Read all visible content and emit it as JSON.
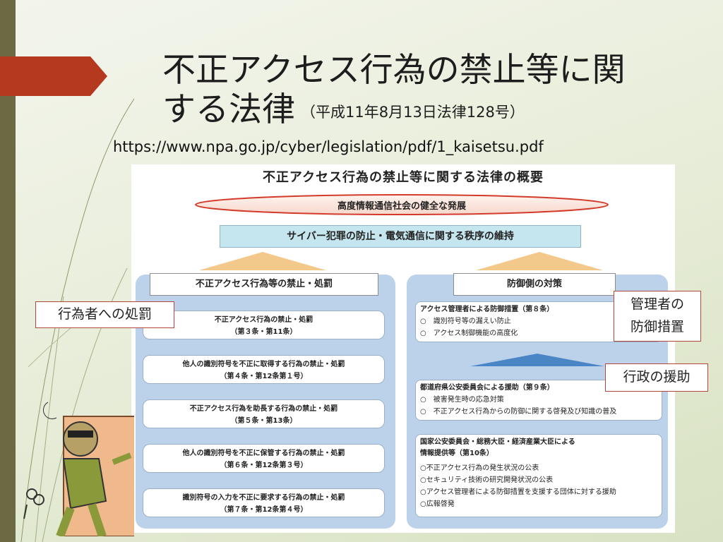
{
  "slide": {
    "title_line1": "不正アクセス行為の禁止等に関",
    "title_line2": "する法律",
    "title_sub": "（平成11年8月13日法律128号）",
    "url": "https://www.npa.go.jp/cyber/legislation/pdf/1_kaisetsu.pdf",
    "accent_color": "#b5391f"
  },
  "figure": {
    "title": "不正アクセス行為の禁止等に関する法律の概要",
    "goal": "高度情報通信社会の健全な発展",
    "order": "サイバー犯罪の防止・電気通信に関する秩序の維持",
    "left_panel": {
      "heading": "不正アクセス行為等の禁止・処罰",
      "items": [
        {
          "name": "不正アクセス行為の禁止・処罰",
          "ref": "（第３条・第11条）"
        },
        {
          "name": "他人の識別符号を不正に取得する行為の禁止・処罰",
          "ref": "（第４条・第12条第１号）"
        },
        {
          "name": "不正アクセス行為を助長する行為の禁止・処罰",
          "ref": "（第５条・第13条）"
        },
        {
          "name": "他人の識別符号を不正に保管する行為の禁止・処罰",
          "ref": "（第６条・第12条第３号）"
        },
        {
          "name": "識別符号の入力を不正に要求する行為の禁止・処罰",
          "ref": "（第７条・第12条第４号）"
        }
      ]
    },
    "right_panel": {
      "heading": "防御側の対策",
      "box1": {
        "heading": "アクセス管理者による防御措置（第８条）",
        "items": [
          "○　識別符号等の漏えい防止",
          "○　アクセス制御機能の高度化"
        ]
      },
      "box2": {
        "heading": "都道府県公安委員会による援助（第９条）",
        "items": [
          "○　被害発生時の応急対策",
          "○　不正アクセス行為からの防御に関する啓発及び知識の普及"
        ]
      },
      "box3": {
        "heading_line1": "国家公安委員会・総務大臣・経済産業大臣による",
        "heading_line2": "情報提供等（第10条）",
        "items": [
          "○不正アクセス行為の発生状況の公表",
          "○セキュリティ技術の研究開発状況の公表",
          "○アクセス管理者による防御措置を支援する団体に対する援助",
          "○広報啓発"
        ]
      }
    }
  },
  "callouts": {
    "offender": "行為者への処罰",
    "admin_line1": "管理者の",
    "admin_line2": "防御措置",
    "government": "行政の援助"
  }
}
